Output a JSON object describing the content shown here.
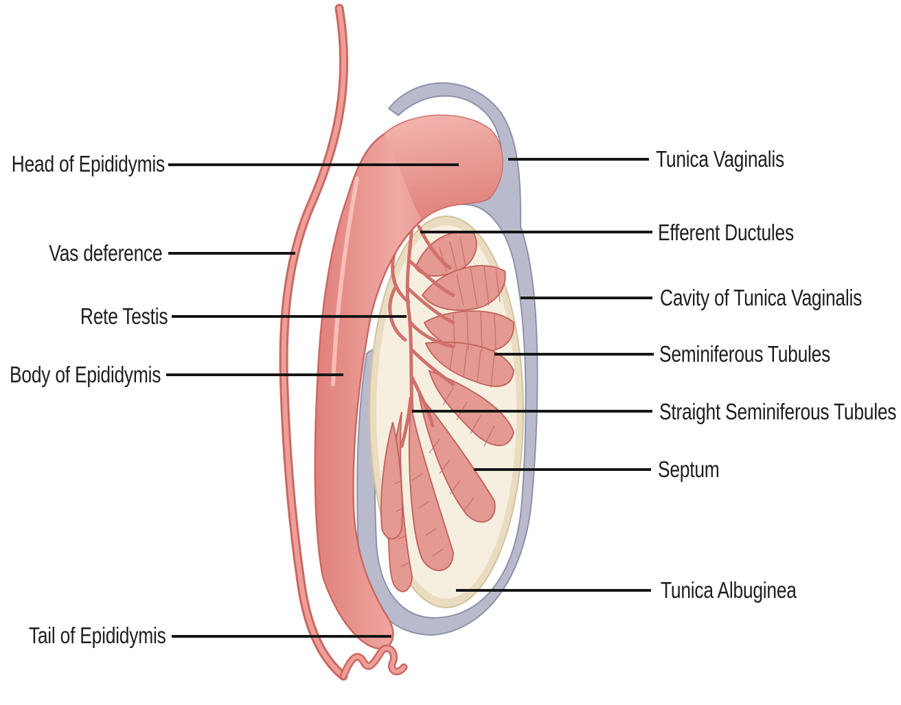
{
  "labels": {
    "head_of_epididymis": "Head of Epididymis",
    "vas_deference": "Vas deference",
    "rete_testis": "Rete Testis",
    "body_of_epididymis": "Body of Epididymis",
    "tail_of_epididymis": "Tail of Epididymis",
    "tunica_vaginalis": "Tunica Vaginalis",
    "efferent_ductules": "Efferent Ductules",
    "cavity_of_tunica_vaginalis": "Cavity of Tunica Vaginalis",
    "seminiferous_tubules": "Seminiferous Tubules",
    "straight_seminiferous_tubules": "Straight Seminiferous Tubules",
    "septum": "Septum",
    "tunica_albuginea": "Tunica Albuginea"
  },
  "colors": {
    "epididymis": "#e8918c",
    "epididymis_highlight": "#f3b5ae",
    "epididymis_outline": "#c96762",
    "tubule": "#e49a93",
    "tubule_outline": "#c4645f",
    "testis_interior": "#f6efe0",
    "tunica_albuginea": "#e9dcc0",
    "tunica_vaginalis": "#b7b9cc",
    "tunica_vaginalis_outline": "#8d90a8",
    "leader_line": "#151515"
  }
}
